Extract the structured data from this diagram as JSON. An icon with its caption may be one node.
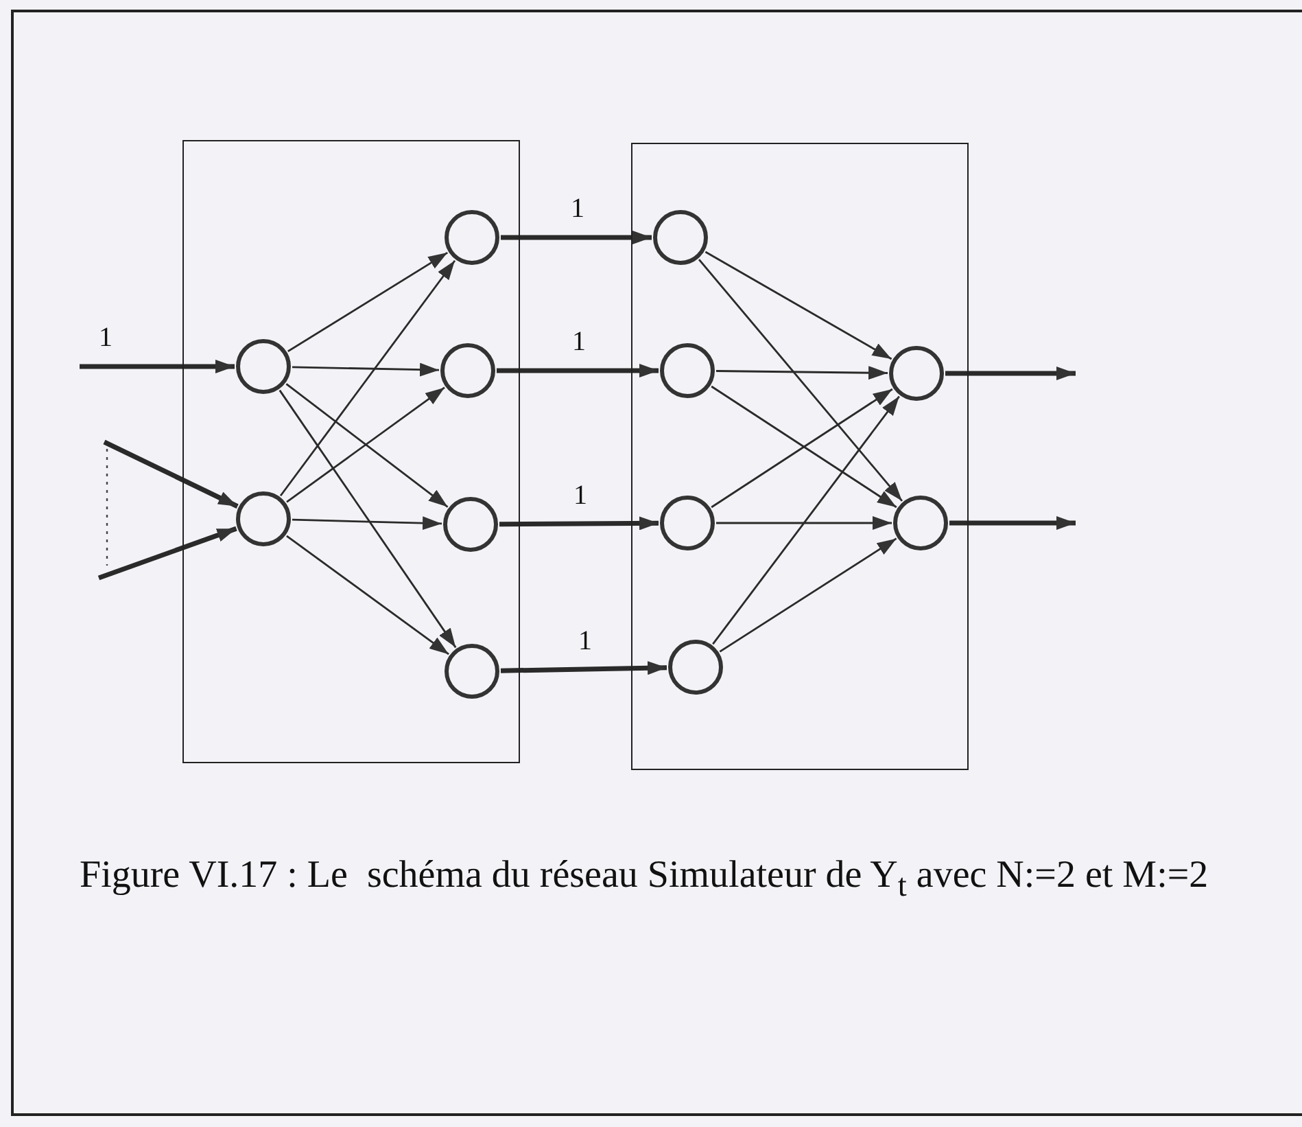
{
  "diagram": {
    "caption": "Figure VI.17 : Le  schéma du réseau Simulateur de Y$_{t}$ avec N:=2 et M:=2",
    "nodes": [
      {
        "text": [],
        "shape": "box"
      },
      {
        "text": [],
        "shape": "box"
      },
      {
        "text": [],
        "shape": "circle",
        "in": 0
      },
      {
        "text": [],
        "shape": "circle",
        "in": 0
      },
      {
        "text": [],
        "shape": "circle",
        "in": 0
      },
      {
        "text": [],
        "shape": "circle",
        "in": 0
      },
      {
        "text": [],
        "shape": "circle",
        "in": 0
      },
      {
        "text": [],
        "shape": "circle",
        "in": 0
      },
      {
        "text": [],
        "shape": "circle",
        "in": 1
      },
      {
        "text": [],
        "shape": "circle",
        "in": 1
      },
      {
        "text": [],
        "shape": "circle",
        "in": 1
      },
      {
        "text": [],
        "shape": "circle",
        "in": 1
      },
      {
        "text": [],
        "shape": "circle",
        "in": 1
      },
      {
        "text": [],
        "shape": "circle",
        "in": 1
      }
    ],
    "edges": [
      {
        "from": null,
        "to": 2,
        "arrow": "to",
        "label": "1",
        "style": "thick"
      },
      {
        "from": null,
        "to": 3,
        "arrow": "to",
        "style": "thick"
      },
      {
        "from": null,
        "to": 3,
        "arrow": "to",
        "style": "thick"
      },
      {
        "from": 2,
        "to": 4,
        "arrow": "to"
      },
      {
        "from": 2,
        "to": 5,
        "arrow": "to"
      },
      {
        "from": 2,
        "to": 6,
        "arrow": "to"
      },
      {
        "from": 2,
        "to": 7,
        "arrow": "to"
      },
      {
        "from": 3,
        "to": 4,
        "arrow": "to"
      },
      {
        "from": 3,
        "to": 5,
        "arrow": "to"
      },
      {
        "from": 3,
        "to": 6,
        "arrow": "to"
      },
      {
        "from": 3,
        "to": 7,
        "arrow": "to"
      },
      {
        "from": 4,
        "to": 8,
        "arrow": "to",
        "label": "1",
        "style": "thick"
      },
      {
        "from": 5,
        "to": 9,
        "arrow": "to",
        "label": "1",
        "style": "thick"
      },
      {
        "from": 6,
        "to": 10,
        "arrow": "to",
        "label": "1",
        "style": "thick"
      },
      {
        "from": 7,
        "to": 11,
        "arrow": "to",
        "label": "1",
        "style": "thick"
      },
      {
        "from": 8,
        "to": 12,
        "arrow": "to"
      },
      {
        "from": 8,
        "to": 13,
        "arrow": "to"
      },
      {
        "from": 9,
        "to": 12,
        "arrow": "to"
      },
      {
        "from": 9,
        "to": 13,
        "arrow": "to"
      },
      {
        "from": 10,
        "to": 12,
        "arrow": "to"
      },
      {
        "from": 10,
        "to": 13,
        "arrow": "to"
      },
      {
        "from": 11,
        "to": 12,
        "arrow": "to"
      },
      {
        "from": 11,
        "to": 13,
        "arrow": "to"
      },
      {
        "from": 12,
        "to": null,
        "arrow": "to",
        "style": "thick"
      },
      {
        "from": 13,
        "to": null,
        "arrow": "to",
        "style": "thick"
      }
    ]
  }
}
